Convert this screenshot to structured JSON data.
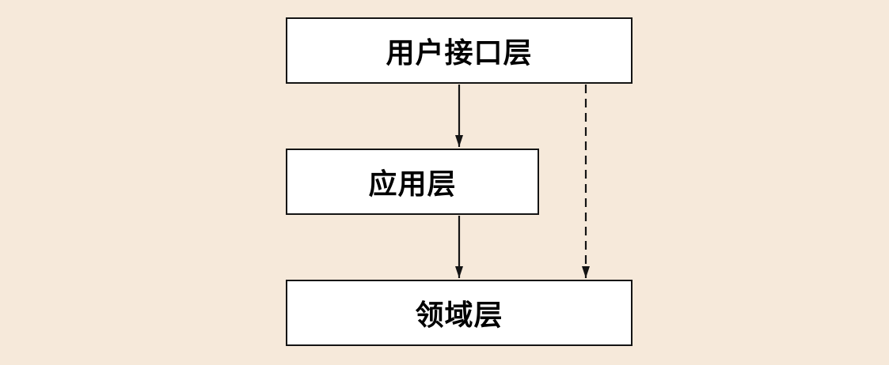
{
  "diagram": {
    "background_color": "#f6e9da",
    "node_fill_color": "#ffffff",
    "node_border_color": "#141414",
    "text_color": "#000000",
    "nodes": [
      {
        "id": "user-interface-layer",
        "label": "用户接口层"
      },
      {
        "id": "application-layer",
        "label": "应用层"
      },
      {
        "id": "domain-layer",
        "label": "领域层"
      }
    ],
    "edges": [
      {
        "from": "user-interface-layer",
        "to": "application-layer",
        "style": "solid",
        "arrow": true
      },
      {
        "from": "application-layer",
        "to": "domain-layer",
        "style": "solid",
        "arrow": true
      },
      {
        "from": "user-interface-layer",
        "to": "domain-layer",
        "style": "dashed",
        "arrow": true
      }
    ]
  }
}
